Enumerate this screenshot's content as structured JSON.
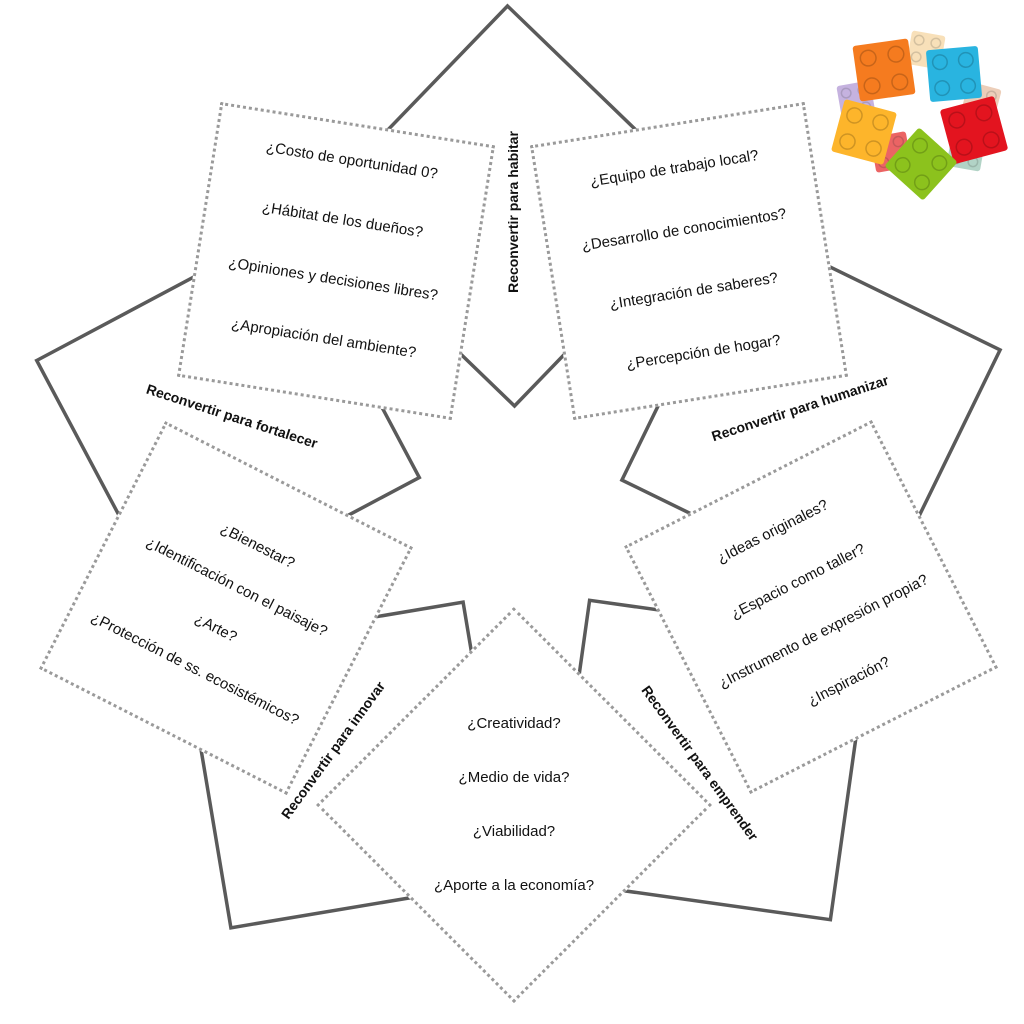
{
  "labels": {
    "habitar": "Reconvertir para habitar",
    "fortalecer": "Reconvertir para fortalecer",
    "humanizar": "Reconvertir para humanizar",
    "innovar": "Reconvertir para innovar",
    "emprender": "Reconvertir para emprender"
  },
  "boxes": {
    "habitar": [
      "¿Costo de oportunidad 0?",
      "¿Hábitat de los dueños?",
      "¿Opiniones y decisiones libres?",
      "¿Apropiación del ambiente?"
    ],
    "humanizar": [
      "¿Equipo de trabajo local?",
      "¿Desarrollo de conocimientos?",
      "¿Integración de saberes?",
      "¿Percepción de hogar?"
    ],
    "fortalecer": [
      "¿Bienestar?",
      "¿Identificación con el paisaje?",
      "¿Arte?",
      "¿Protección de ss. ecosistémicos?"
    ],
    "emprender": [
      "¿Ideas originales?",
      "¿Espacio como taller?",
      "¿Instrumento de expresión propia?",
      "¿Inspiración?"
    ],
    "innovar": [
      "¿Creatividad?",
      "¿Medio de vida?",
      "¿Viabilidad?",
      "¿Aporte a la economía?"
    ]
  },
  "colors": {
    "outline": "#5a5a5a",
    "dotted": "#9a9a9a"
  },
  "logo": {
    "icon": "lego-bricks-ring-icon"
  }
}
